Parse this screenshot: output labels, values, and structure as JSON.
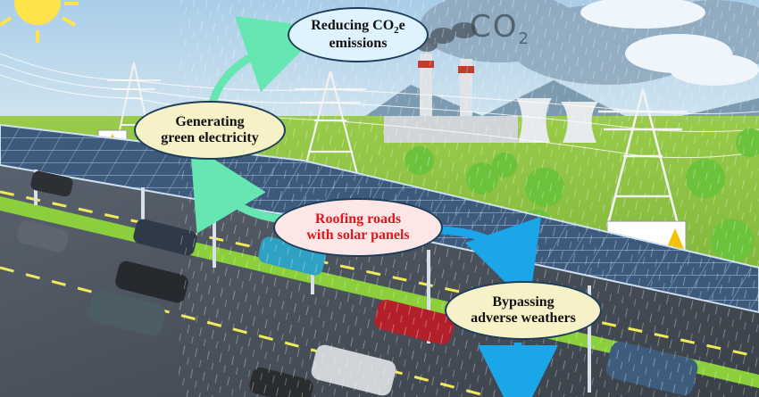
{
  "labels": {
    "reducing_line1": "Reducing CO",
    "reducing_sub": "2",
    "reducing_tail": "e",
    "reducing_line2": "emissions",
    "generating_line1": "Generating",
    "generating_line2": "green electricity",
    "roofing_line1": "Roofing roads",
    "roofing_line2": "with solar panels",
    "bypassing_line1": "Bypassing",
    "bypassing_line2": "adverse weathers"
  },
  "sky_text": {
    "main": "CO",
    "sub": "2"
  },
  "colors": {
    "arrow_green": "#66e6b0",
    "arrow_blue": "#1aa6e8",
    "roofing_text": "#e0181e",
    "bubble_yellow": "#f7f1c8",
    "bubble_blue": "#dff3ff",
    "bubble_pink": "#fde6e6"
  }
}
